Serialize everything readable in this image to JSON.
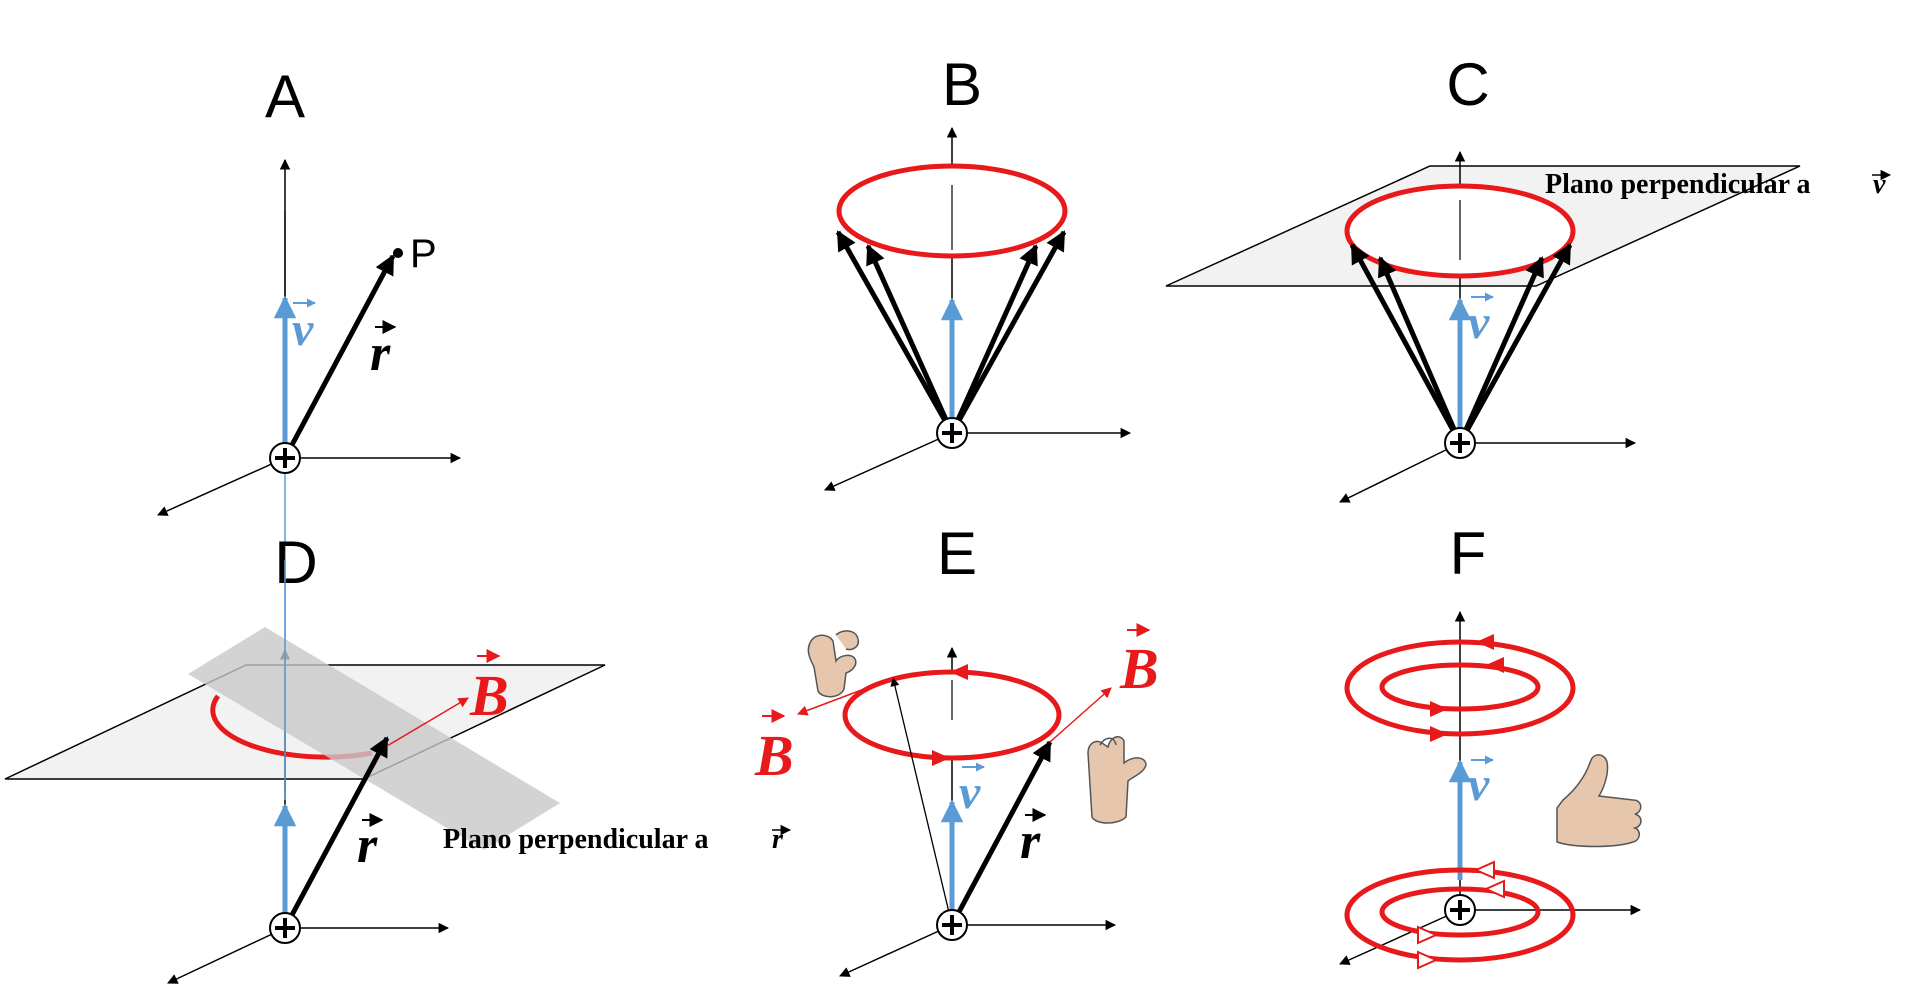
{
  "colors": {
    "velocity": "#5b9bd5",
    "field": "#e8191a",
    "axis": "#000000",
    "plane_fill": "#f2f2f2",
    "plane_gray": "#cccccc",
    "hand": "#e6c7ad"
  },
  "panels": {
    "a": {
      "label": "A",
      "point_label": "P",
      "r_label": "r",
      "v_label": "v"
    },
    "b": {
      "label": "B"
    },
    "c": {
      "label": "C",
      "v_label": "v",
      "plane_text": "Plano perpendicular a",
      "plane_vec": "v"
    },
    "d": {
      "label": "D",
      "r_label": "r",
      "B_label": "B",
      "plane_text": "Plano perpendicular a",
      "plane_vec": "r"
    },
    "e": {
      "label": "E",
      "r_label": "r",
      "v_label": "v",
      "B_label_left": "B",
      "B_label_right": "B"
    },
    "f": {
      "label": "F",
      "v_label": "v"
    }
  },
  "icons": [
    "charge-plus-icon",
    "right-hand-icon",
    "thumbs-up-icon"
  ]
}
